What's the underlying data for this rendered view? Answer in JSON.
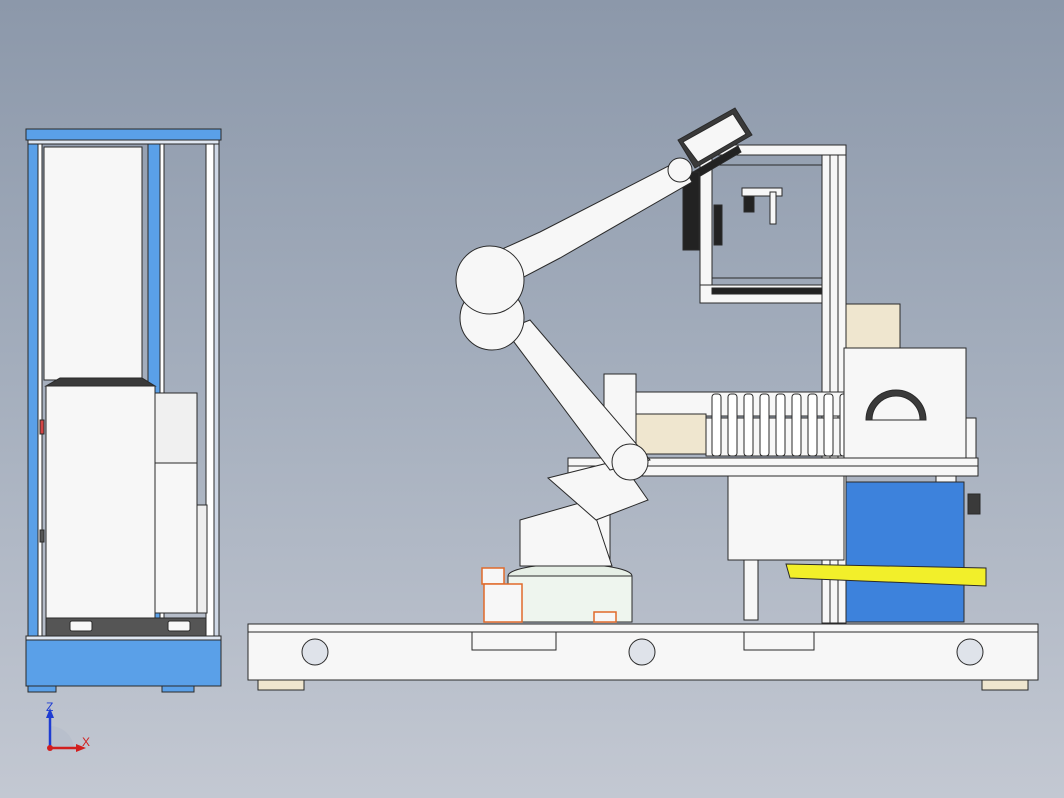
{
  "window": {
    "view": "cad-model-viewport"
  },
  "colors": {
    "background_top": "#8c98aa",
    "background_bottom": "#c3c8d2",
    "frame_blue": "#5aa0e8",
    "cabinet_blue": "#3d82dc",
    "machine_white": "#f7f7f7",
    "outline": "#2a2a2a",
    "accent_yellow": "#f2ef2a",
    "accent_orange": "#e06a2a",
    "axis_x": "#d21e1e",
    "axis_z": "#1e3cd2"
  },
  "triad": {
    "z_label": "Z",
    "x_label": "X",
    "icon": "coordinate-triad-icon"
  },
  "parts": {
    "side_view_cabinet": "side-view-enclosure",
    "base_frame": "base-frame",
    "robot_arm": "industrial-robot-arm",
    "bottle_conveyor": "bottle-conveyor",
    "camera_frame": "vision-camera-frame",
    "control_cabinet": "control-cabinet",
    "yellow_rail": "yellow-guide-rail"
  }
}
